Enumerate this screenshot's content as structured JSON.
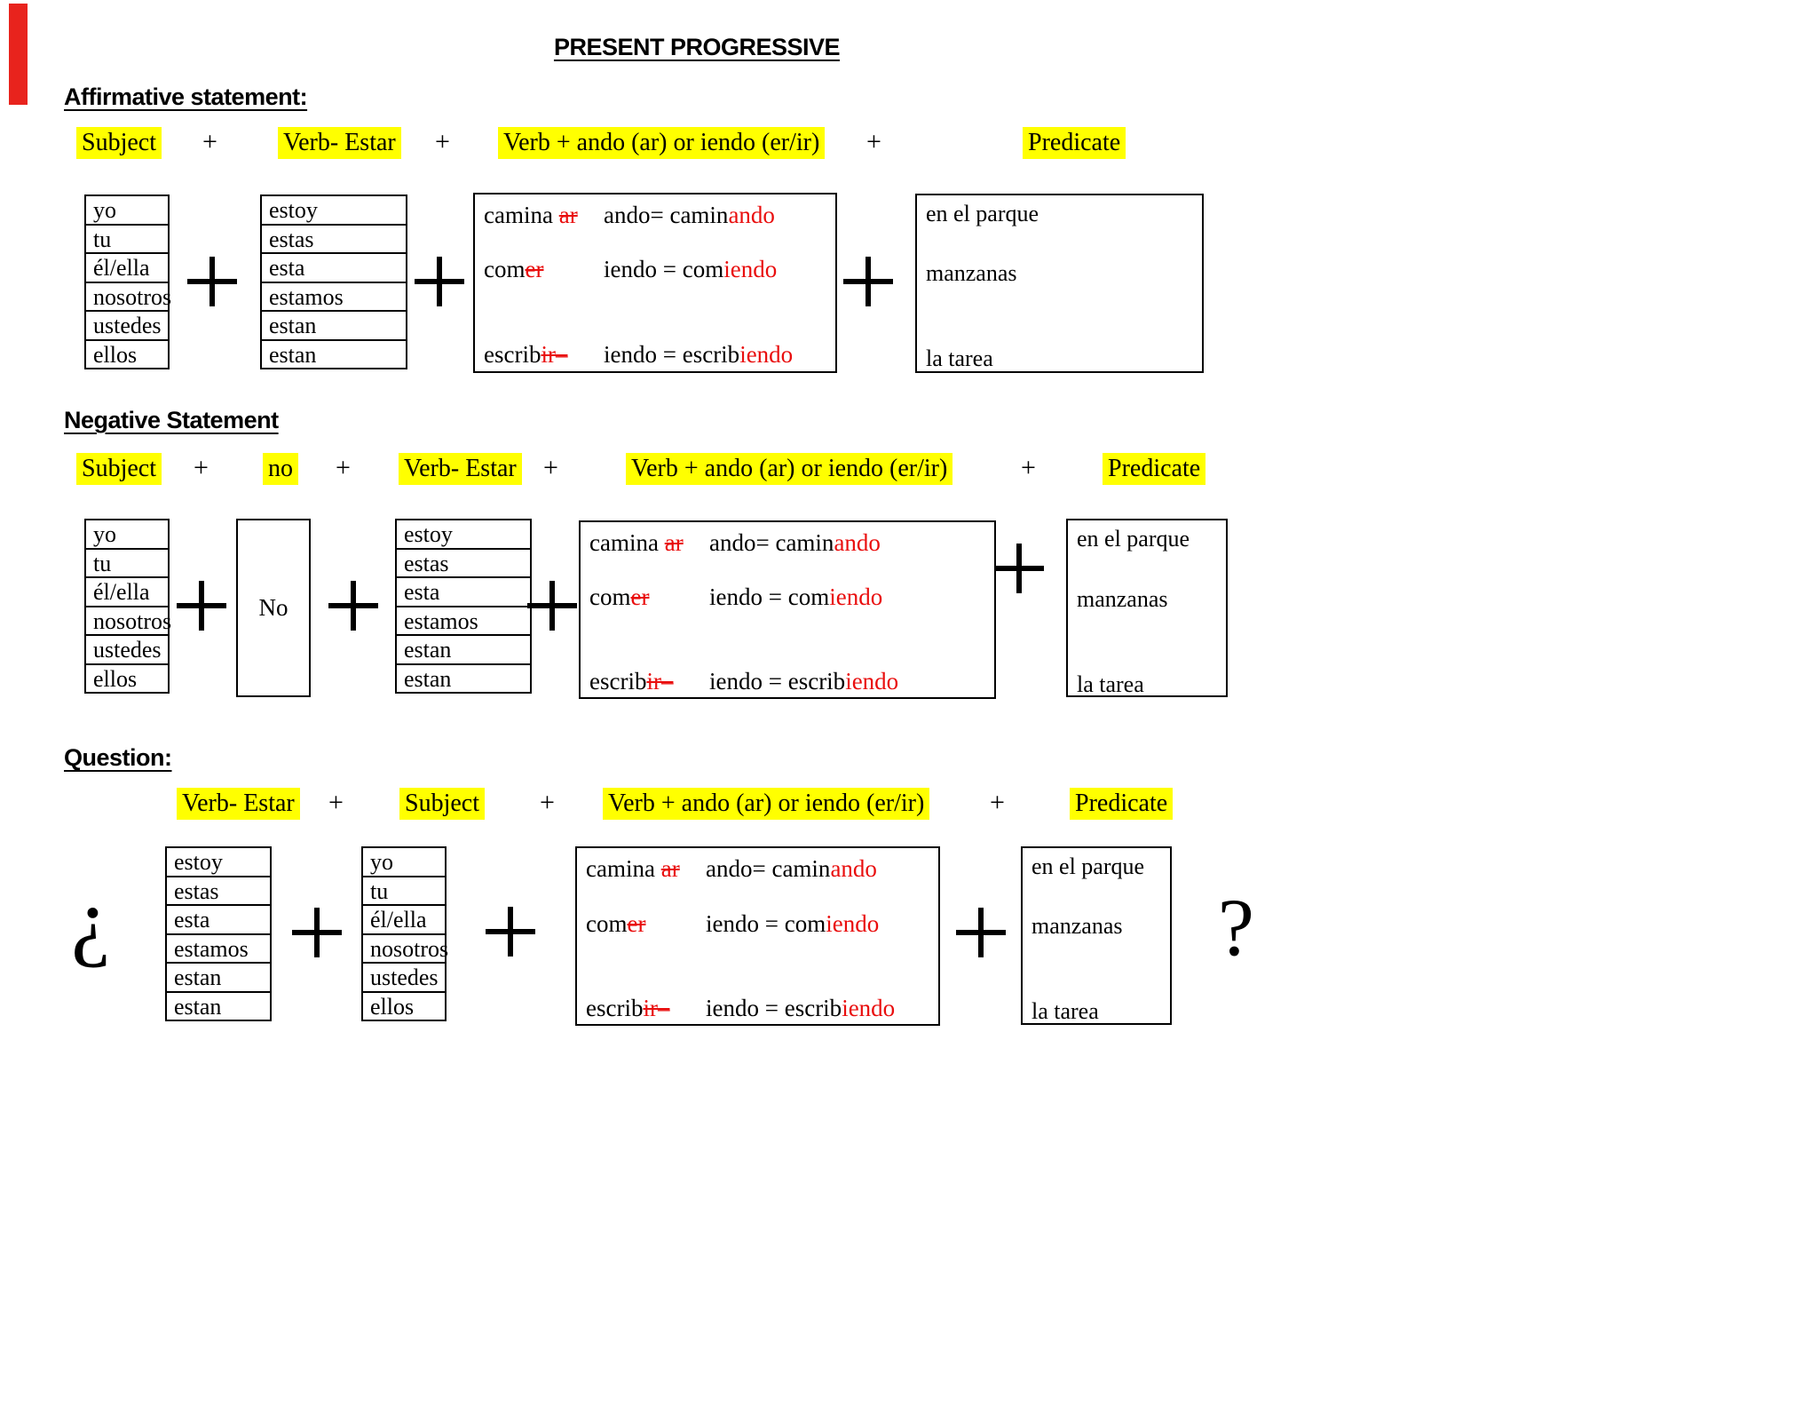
{
  "title": "PRESENT PROGRESSIVE",
  "colors": {
    "highlight": "#ffff00",
    "red_text": "#e90d0d",
    "red_bar": "#e8231d"
  },
  "sections": {
    "affirmative": {
      "heading": "Affirmative statement:",
      "formula": [
        "Subject",
        "+",
        "Verb- Estar",
        "+",
        "Verb + ando (ar) or iendo (er/ir)",
        "+",
        "Predicate"
      ]
    },
    "negative": {
      "heading": "Negative Statement",
      "formula": [
        "Subject",
        "+",
        "no",
        "+",
        "Verb- Estar",
        "+",
        "Verb + ando (ar) or iendo (er/ir)",
        "+",
        "Predicate"
      ],
      "no_box_label": "No"
    },
    "question": {
      "heading": "Question:",
      "formula": [
        "Verb- Estar",
        "+",
        "Subject",
        "+",
        "Verb + ando (ar) or iendo (er/ir)",
        "+",
        "Predicate"
      ],
      "open_mark": "¿",
      "close_mark": "?"
    }
  },
  "tables": {
    "subject": [
      "yo",
      "tu",
      "él/ella",
      "nosotros",
      "ustedes",
      "ellos"
    ],
    "estar": [
      "estoy",
      "estas",
      "esta",
      "estamos",
      "estan",
      "estan"
    ]
  },
  "verb_box": {
    "lines": [
      {
        "stem": "camina ",
        "ending": "ar",
        "rhs_black": "ando= camin",
        "rhs_red": "ando"
      },
      {
        "stem": "com",
        "ending": "er",
        "rhs_black": "iendo = com",
        "rhs_red": "iendo"
      },
      {
        "stem": "escrib",
        "ending": "ir–",
        "rhs_black": "iendo = escrib",
        "rhs_red": "iendo"
      }
    ]
  },
  "predicate_box": {
    "lines": [
      "en el parque",
      "manzanas",
      "la tarea"
    ]
  }
}
